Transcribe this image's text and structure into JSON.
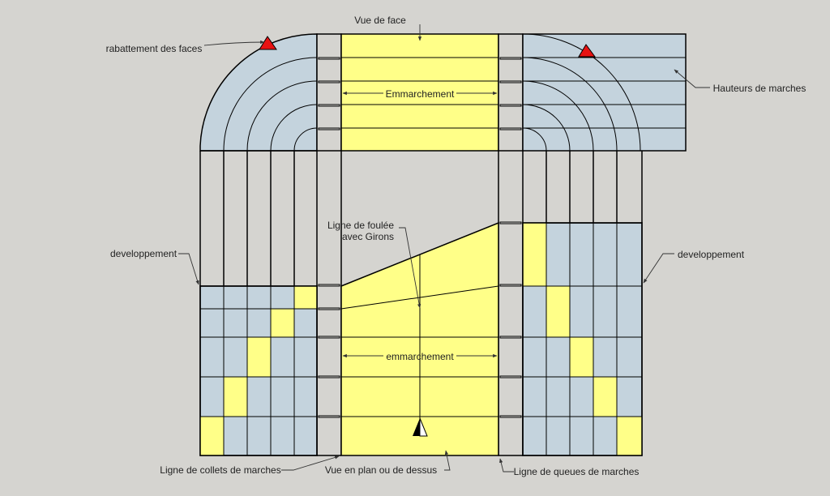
{
  "labels": {
    "front_view": "Vue de face",
    "faces_folding": "rabattement des faces",
    "riser_heights": "Hauteurs de marches",
    "tread_width_top": "Emmarchement",
    "walking_line": "Ligne de foulée",
    "walking_line_sub": "avec Girons",
    "development_left": "developpement",
    "development_right": "developpement",
    "tread_width_bottom": "emmarchement",
    "inner_stringer_line": "Ligne de collets de marches",
    "plan_view": "Vue en plan ou de dessus",
    "outer_stringer_line": "Ligne de queues de marches"
  },
  "colors": {
    "background": "#d5d4d0",
    "blue_face": "#c4d3dd",
    "yellow_tread": "#ffff88",
    "marker_red": "#e81212",
    "line": "#000000"
  },
  "icons": [
    "red-triangle-marker-icon",
    "red-triangle-marker-icon",
    "walking-direction-arrow-icon"
  ]
}
